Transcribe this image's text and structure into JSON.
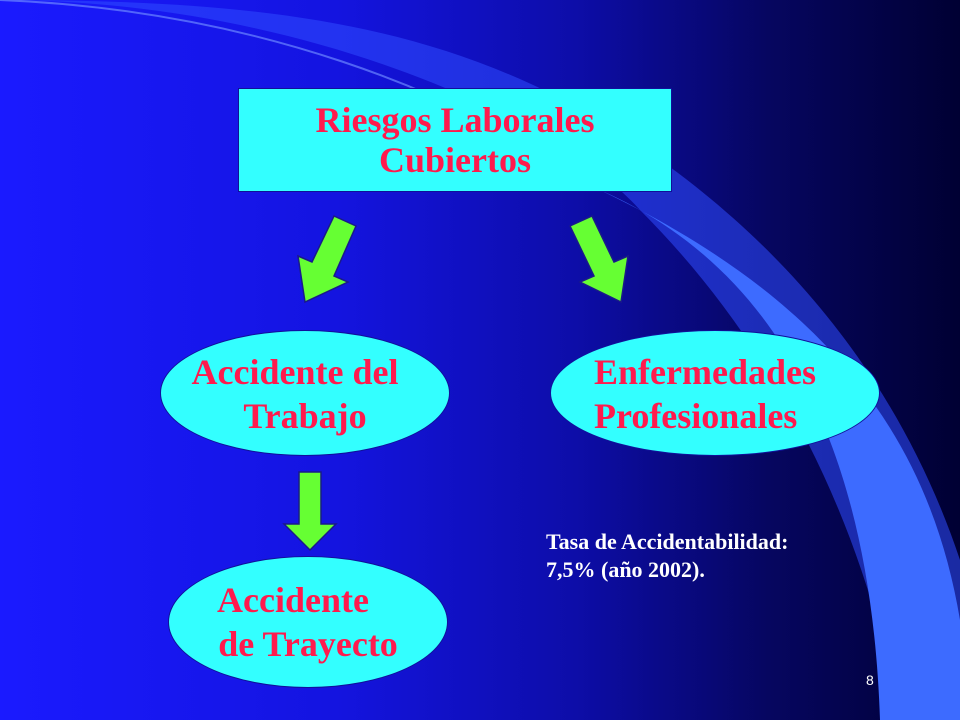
{
  "title": {
    "line1": "Riesgos Laborales",
    "line2": "Cubiertos"
  },
  "nodes": {
    "accidente_trabajo": {
      "line1": "Accidente del",
      "line2": "Trabajo"
    },
    "enfermedades": {
      "line1": "Enfermedades",
      "line2": "Profesionales"
    },
    "trayecto": {
      "line1": "Accidente",
      "line2": "de Trayecto"
    }
  },
  "note": {
    "line1": "Tasa de Accidentabilidad:",
    "line2": "7,5% (año 2002)."
  },
  "page_number": "8",
  "colors": {
    "box_fill": "#33ffff",
    "text_red": "#ff1a4d",
    "arrow_fill": "#66ff33",
    "background": "#1414e0",
    "swoosh": "#3d6bff"
  }
}
